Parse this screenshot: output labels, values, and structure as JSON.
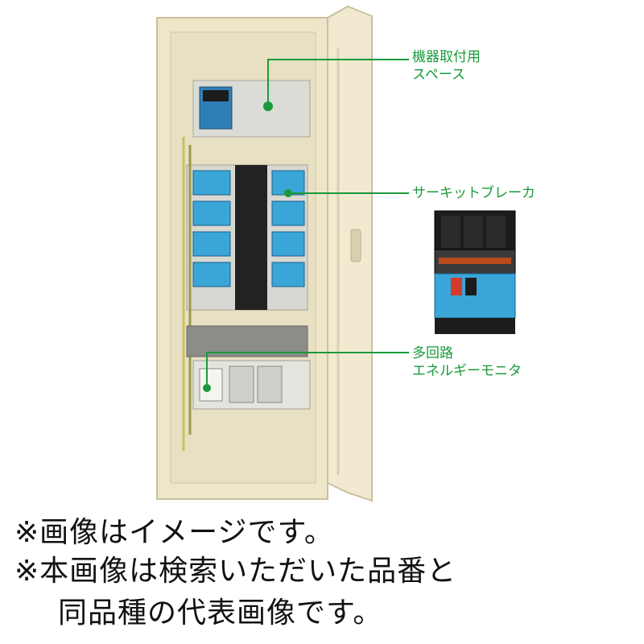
{
  "labels": {
    "equipment_space": [
      "機器取付用",
      "スペース"
    ],
    "circuit_breaker": "サーキットブレーカ",
    "energy_monitor": [
      "多回路",
      "エネルギーモニタ"
    ]
  },
  "notes": {
    "line1": "※画像はイメージです。",
    "line2": "※本画像は検索いただいた品番と",
    "line3": "同品種の代表画像です。"
  },
  "colors": {
    "label_green": "#1a9a3a",
    "cabinet": "#eee6c8",
    "breaker_blue": "#3aa6d8"
  }
}
